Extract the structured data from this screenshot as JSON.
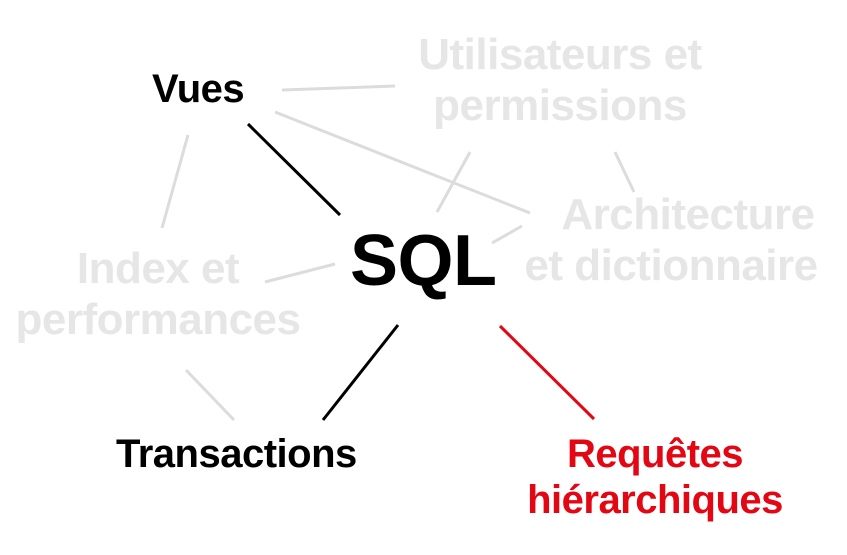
{
  "diagram": {
    "center": "SQL",
    "nodes": {
      "vues": "Vues",
      "transactions": "Transactions",
      "utilisateurs": [
        "Utilisateurs et",
        "permissions"
      ],
      "architecture": [
        "Architecture",
        "et dictionnaire"
      ],
      "index": [
        "Index et",
        "performances"
      ],
      "requetes": [
        "Requêtes",
        "hiérarchiques"
      ]
    },
    "colors": {
      "active": "#000000",
      "highlight": "#e30613",
      "faded_text": "#e6e6e6",
      "faded_line": "#dcdcdc"
    }
  }
}
